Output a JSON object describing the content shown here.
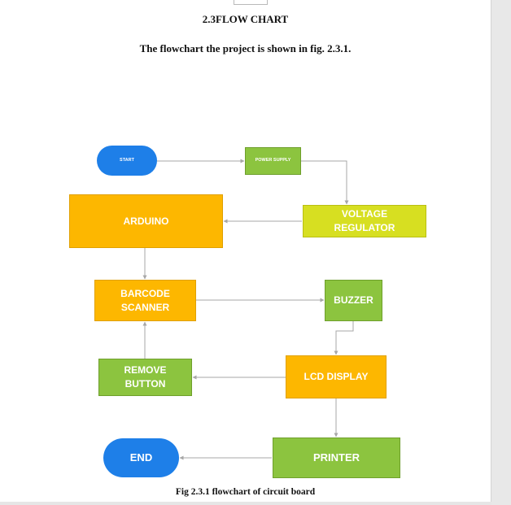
{
  "heading": "2.3FLOW CHART",
  "intro": "The flowchart the project is shown in fig. 2.3.1.",
  "caption": "Fig 2.3.1 flowchart of circuit board",
  "nodes": {
    "start": "START",
    "power_supply": "POWER SUPPLY",
    "voltage_regulator": "VOLTAGE\nREGULATOR",
    "arduino": "ARDUINO",
    "barcode_scanner": "BARCODE\nSCANNER",
    "buzzer": "BUZZER",
    "lcd_display": "LCD DISPLAY",
    "remove_button": "REMOVE\nBUTTON",
    "printer": "PRINTER",
    "end": "END"
  },
  "colors": {
    "green": "#8cc43f",
    "orange": "#fdb700",
    "yellow": "#d7df21",
    "blue": "#1e7fe8",
    "connector": "#a7a7a7"
  }
}
